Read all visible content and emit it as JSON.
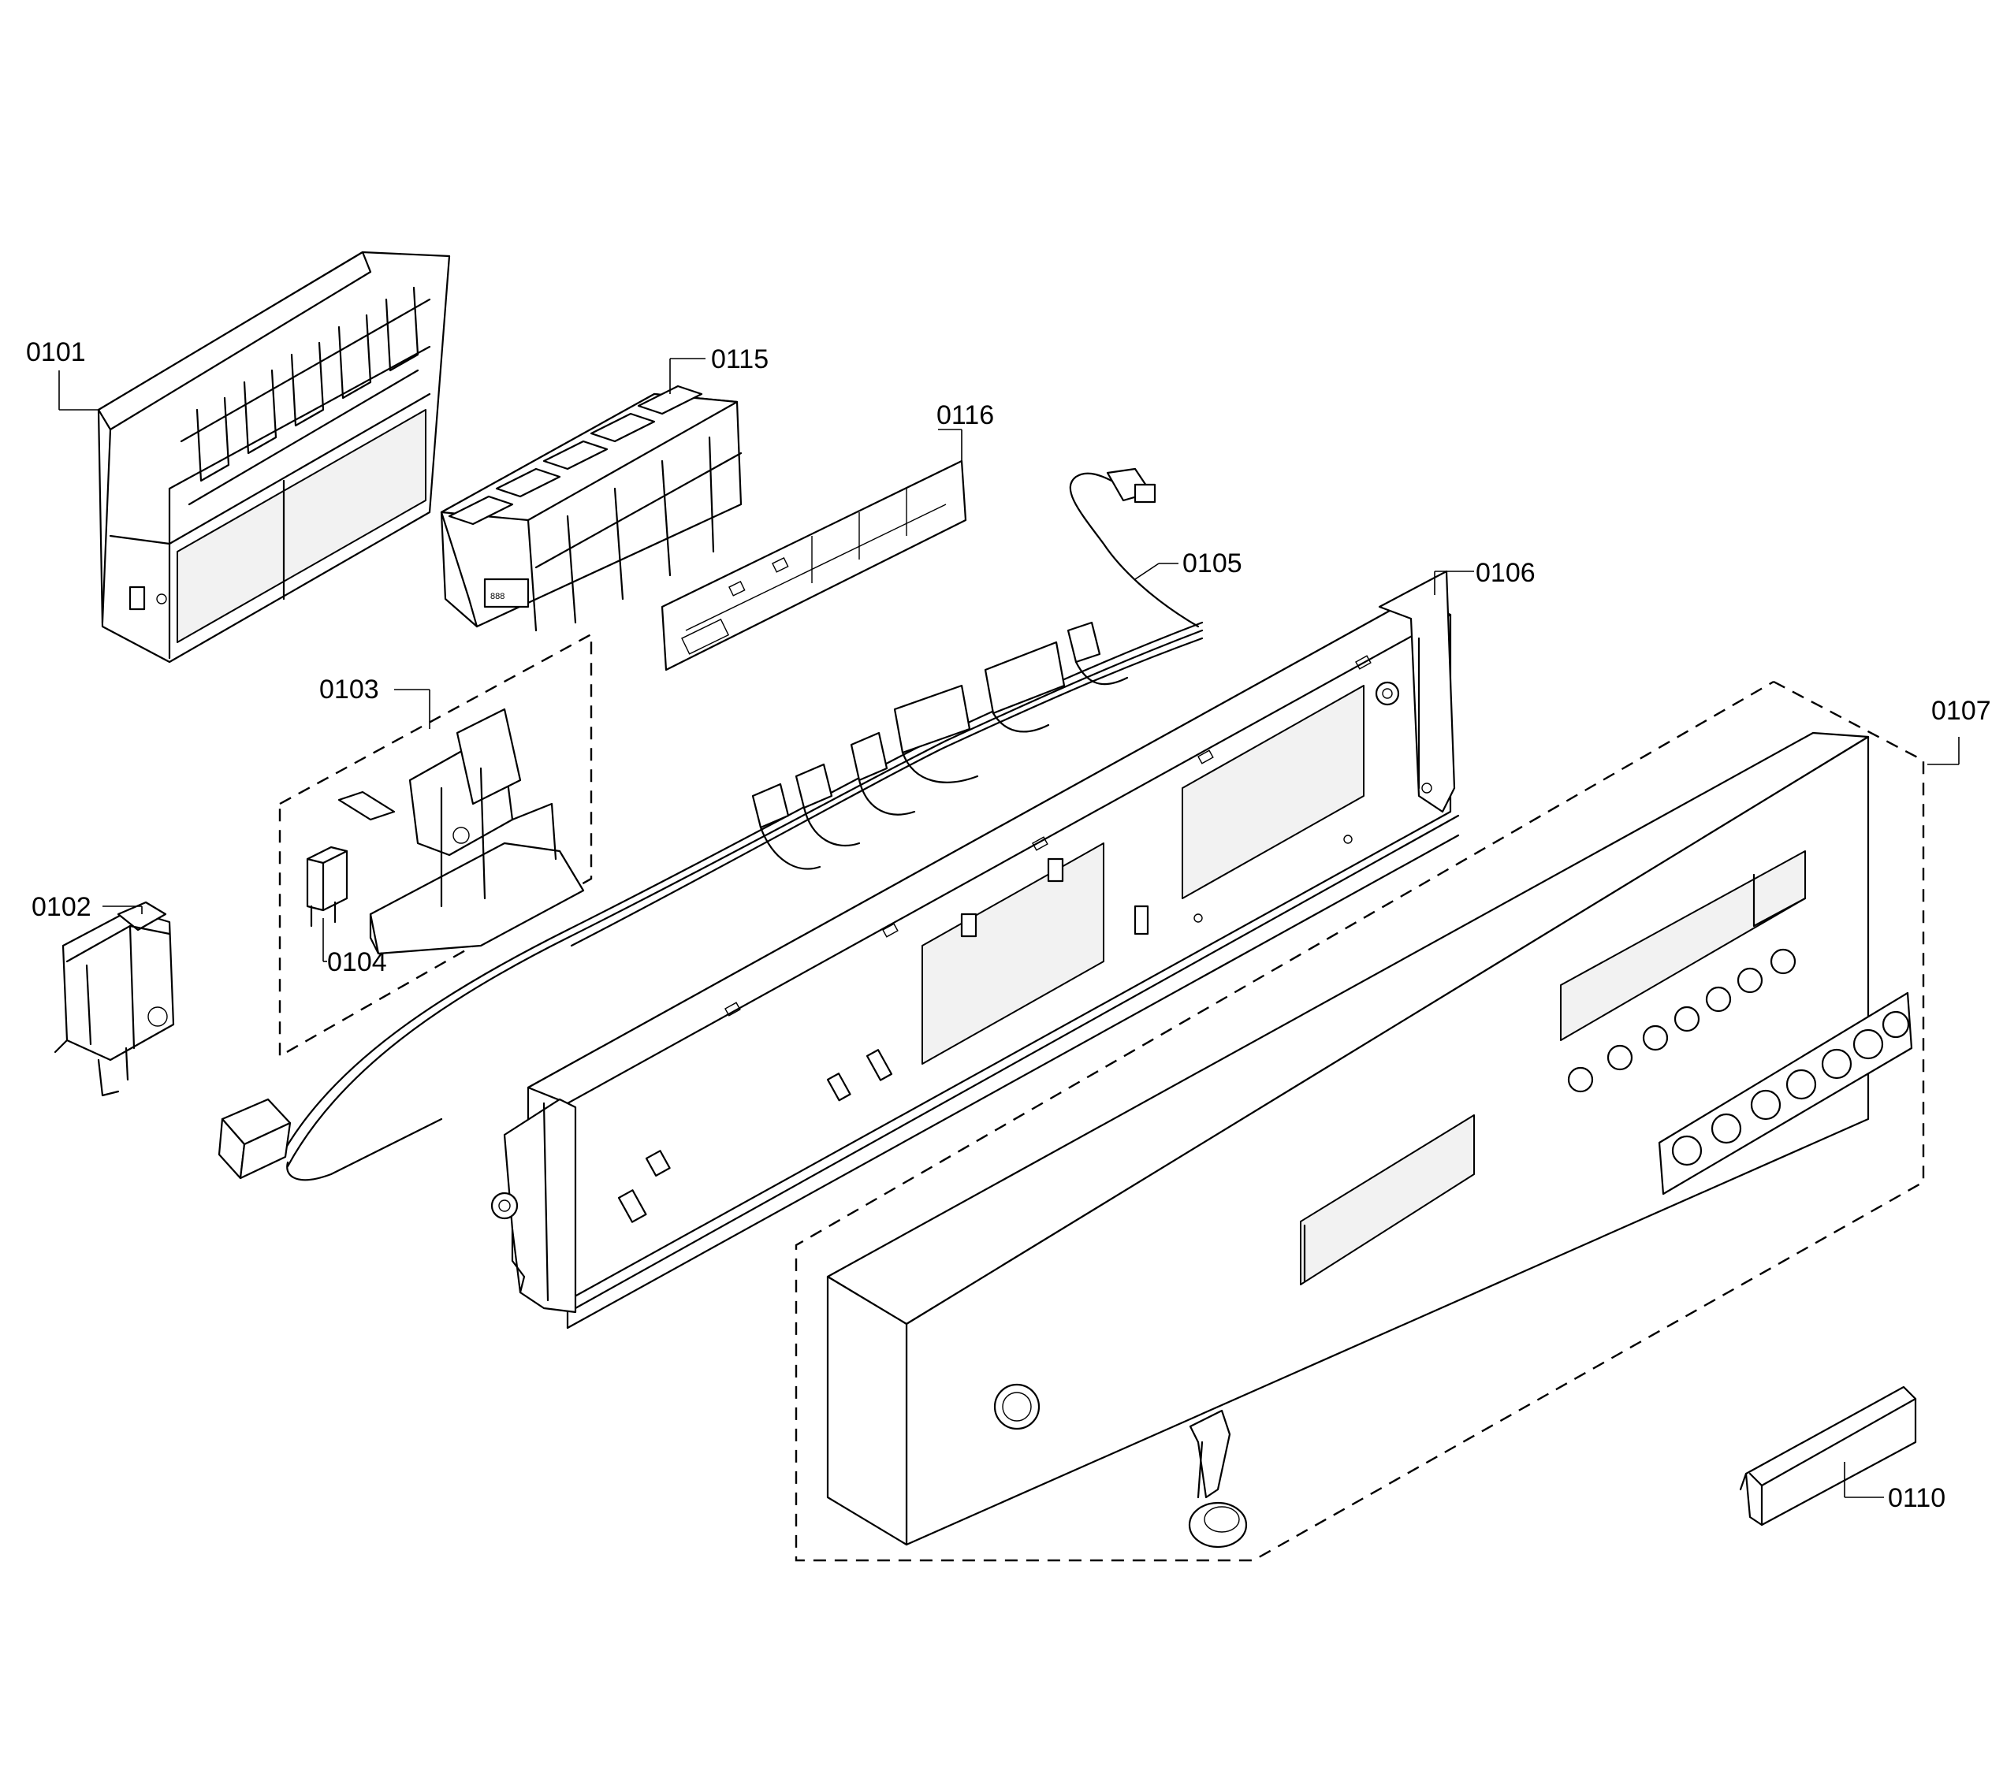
{
  "diagram": {
    "callouts": {
      "p0101": "0101",
      "p0102": "0102",
      "p0103": "0103",
      "p0104": "0104",
      "p0105": "0105",
      "p0106": "0106",
      "p0107": "0107",
      "p0110": "0110",
      "p0115": "0115",
      "p0116": "0116"
    },
    "display_digits": "888"
  }
}
